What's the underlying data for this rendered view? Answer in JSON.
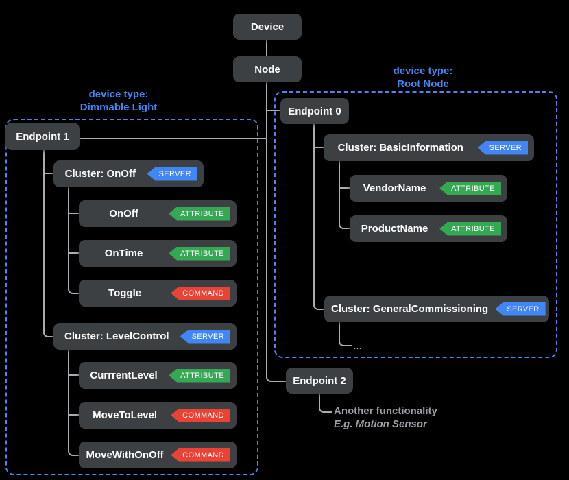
{
  "diagram_title": "Matter device data model hierarchy",
  "colors": {
    "background": "#000000",
    "node_box": "#3c4043",
    "node_text": "#ffffff",
    "connector": "#a9aeb3",
    "group_border": "#4d84f1",
    "group_label": "#4285f4",
    "badge_server": "#4285f4",
    "badge_attribute": "#34a853",
    "badge_command": "#ea4335",
    "annotation_text": "#9aa0a6"
  },
  "groups": {
    "dimmable_light": {
      "label_line1": "device type:",
      "label_line2": "Dimmable Light"
    },
    "root_node": {
      "label_line1": "device type:",
      "label_line2": "Root Node"
    }
  },
  "nodes": {
    "device": {
      "label": "Device"
    },
    "node": {
      "label": "Node"
    },
    "endpoint1": {
      "label": "Endpoint 1"
    },
    "cluster_onoff": {
      "label": "Cluster: OnOff",
      "badge": "SERVER"
    },
    "onoff": {
      "label": "OnOff",
      "badge": "ATTRIBUTE"
    },
    "ontime": {
      "label": "OnTime",
      "badge": "ATTRIBUTE"
    },
    "toggle": {
      "label": "Toggle",
      "badge": "COMMAND"
    },
    "cluster_levelcontrol": {
      "label": "Cluster: LevelControl",
      "badge": "SERVER"
    },
    "currrentlevel": {
      "label": "CurrrentLevel",
      "badge": "ATTRIBUTE"
    },
    "movetolevel": {
      "label": "MoveToLevel",
      "badge": "COMMAND"
    },
    "movewithonoff": {
      "label": "MoveWithOnOff",
      "badge": "COMMAND"
    },
    "endpoint0": {
      "label": "Endpoint 0"
    },
    "cluster_basicinformation": {
      "label": "Cluster: BasicInformation",
      "badge": "SERVER"
    },
    "vendorname": {
      "label": "VendorName",
      "badge": "ATTRIBUTE"
    },
    "productname": {
      "label": "ProductName",
      "badge": "ATTRIBUTE"
    },
    "cluster_generalcommissioning": {
      "label": "Cluster: GeneralCommissioning",
      "badge": "SERVER"
    },
    "endpoint2": {
      "label": "Endpoint 2"
    }
  },
  "annotations": {
    "ellipsis": "...",
    "endpoint2_line1": "Another functionality",
    "endpoint2_line2": "E.g. Motion Sensor"
  }
}
